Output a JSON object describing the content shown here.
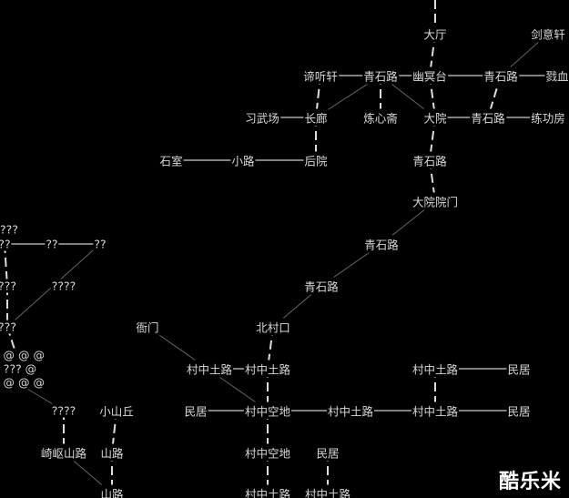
{
  "rooms": [
    "大厅",
    "剑意轩",
    "谛听轩",
    "青石路",
    "幽冥台",
    "青石路",
    "戮血",
    "习武场",
    "长廊",
    "炼心斋",
    "大院",
    "青石路",
    "练功房",
    "石室",
    "小路",
    "后院",
    "青石路",
    "大院院门",
    "青石路",
    "青石路",
    "???",
    "??",
    "??",
    "??",
    "???",
    "????",
    "???",
    "@ @ @ @",
    "??? @",
    "@ @ @ @",
    "????",
    "小山丘",
    "崎岖山路",
    "山路",
    "山路",
    "衙门",
    "北村口",
    "村中土路",
    "村中土路",
    "村中土路",
    "民居",
    "民居",
    "村中空地",
    "村中土路",
    "村中土路",
    "民居",
    "村中空地",
    "民居",
    "村中土路",
    "村中土路"
  ],
  "watermark": "酷乐米"
}
